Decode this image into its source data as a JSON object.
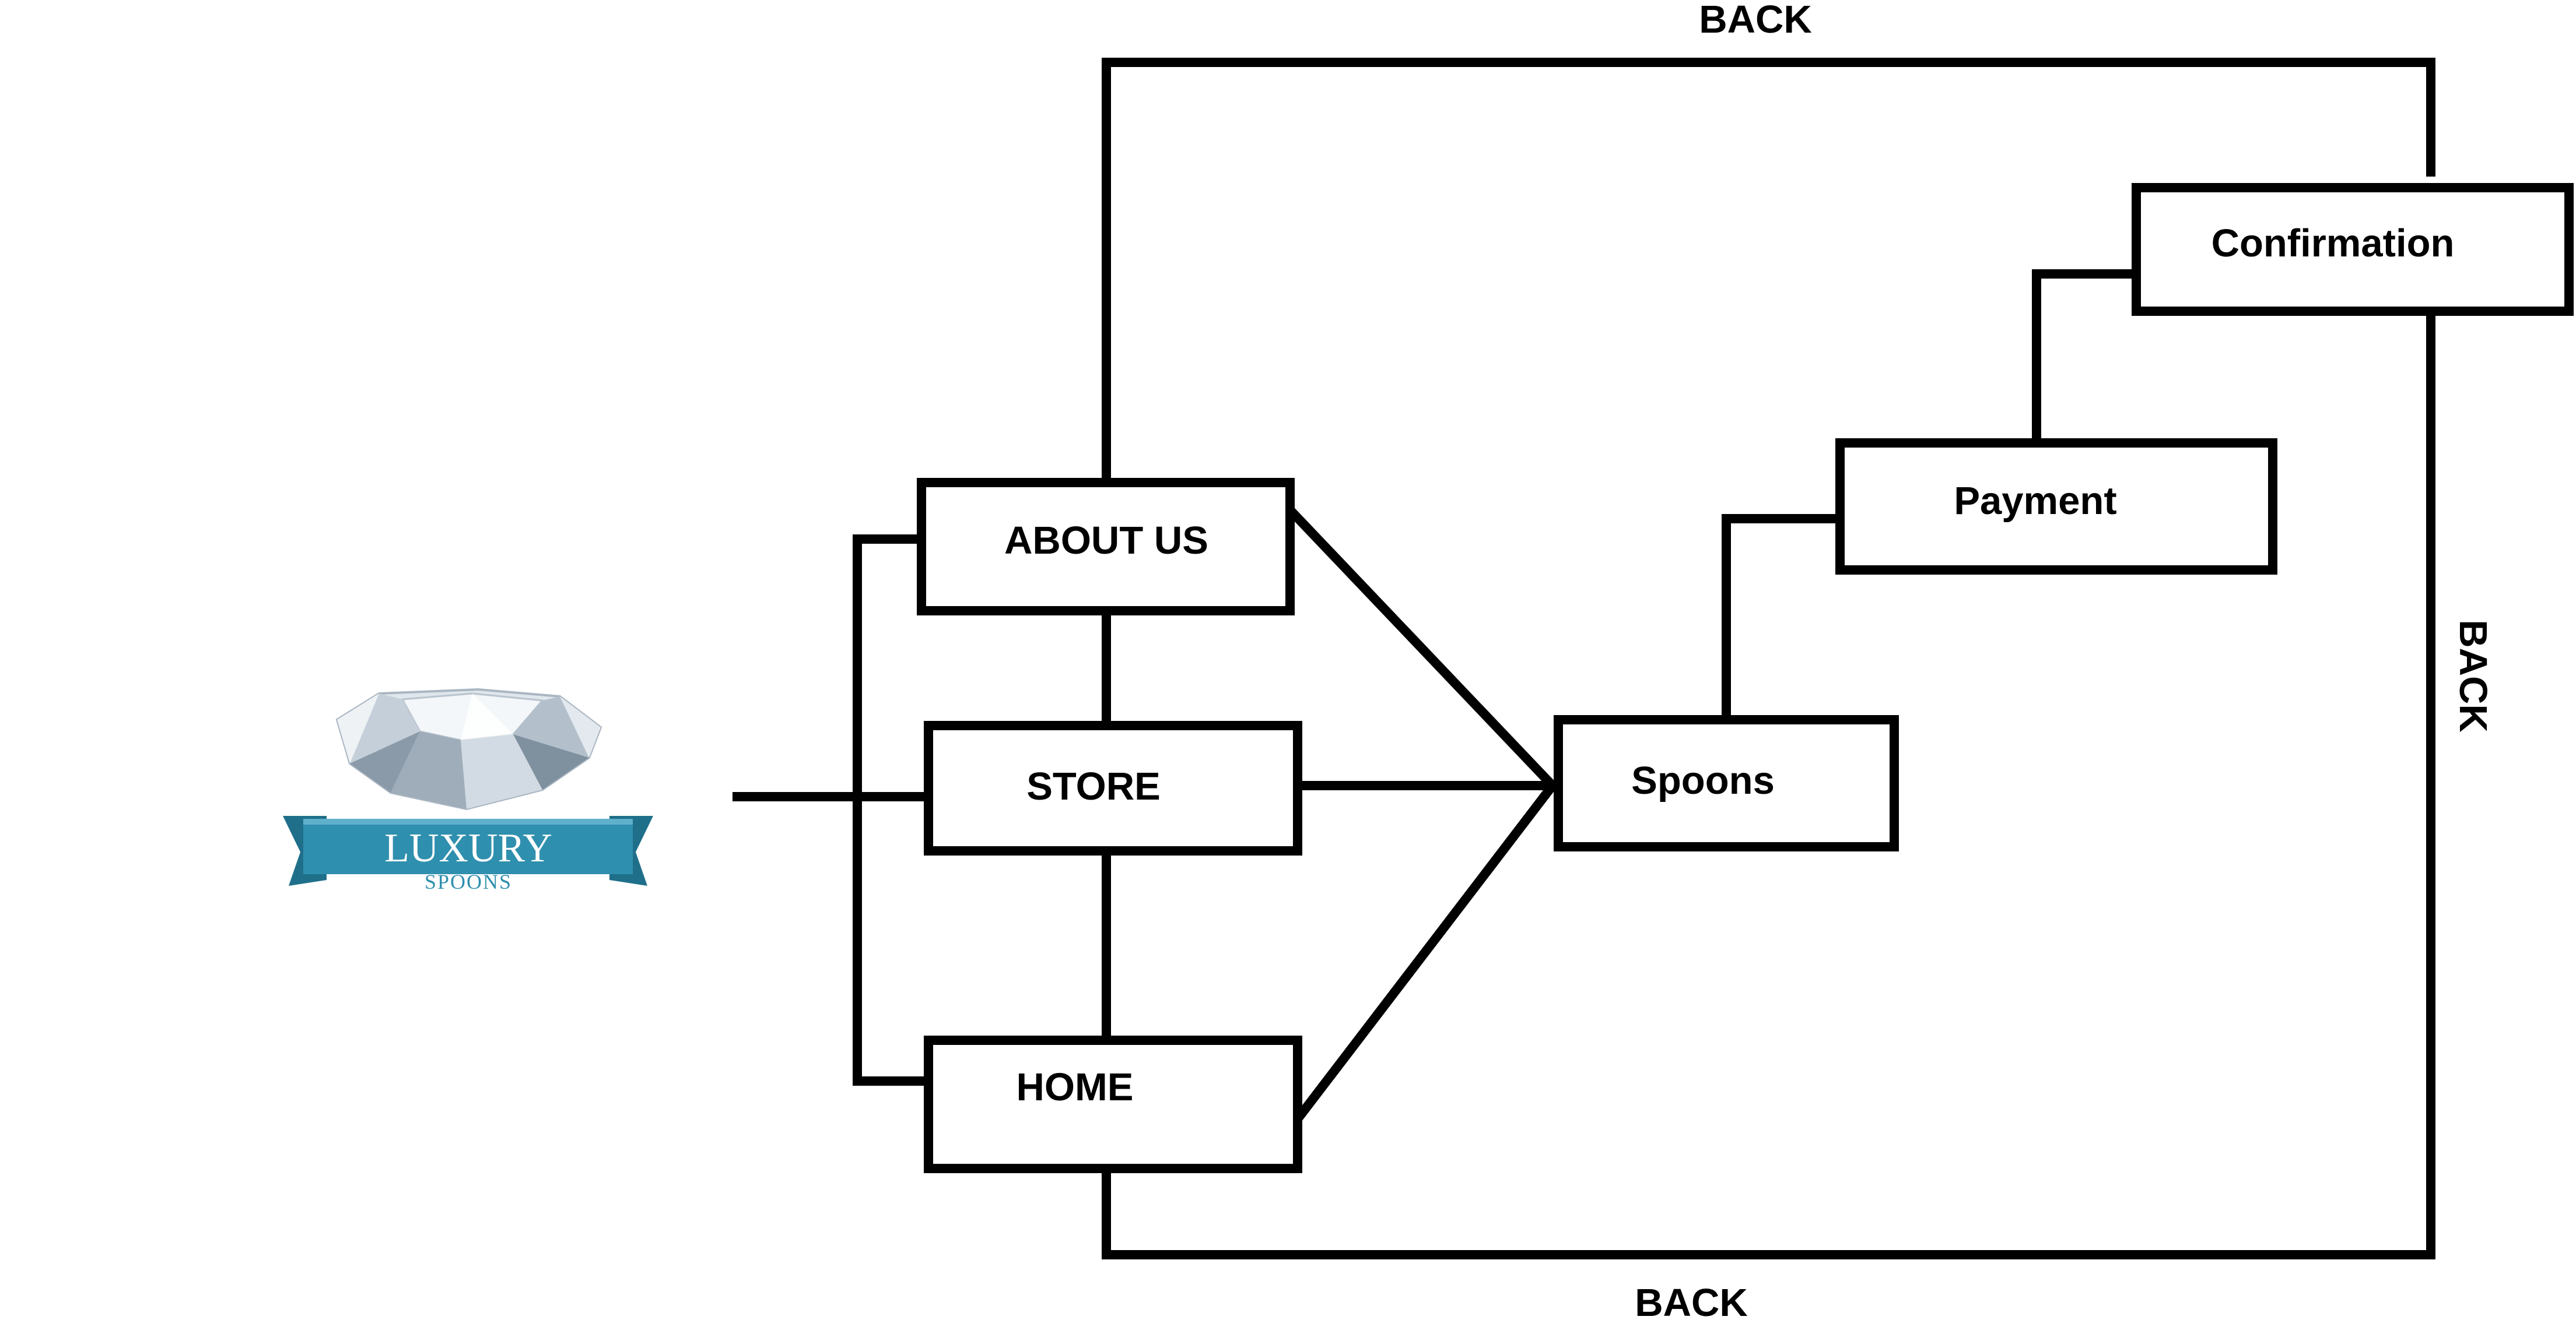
{
  "diagram": {
    "nodes": {
      "about_us": "ABOUT US",
      "store": "STORE",
      "home": "HOME",
      "spoons": "Spoons",
      "payment": "Payment",
      "confirmation": "Confirmation"
    },
    "edge_labels": {
      "back_top": "BACK",
      "back_right": "BACK",
      "back_bottom": "BACK"
    }
  },
  "logo": {
    "word": "LUXURY",
    "sub": "SPOONS"
  },
  "colors": {
    "line": "#000000",
    "ribbon": "#2f8fae",
    "ribbon_dark": "#1f6f8a",
    "diamond": "#c9d3dc"
  }
}
